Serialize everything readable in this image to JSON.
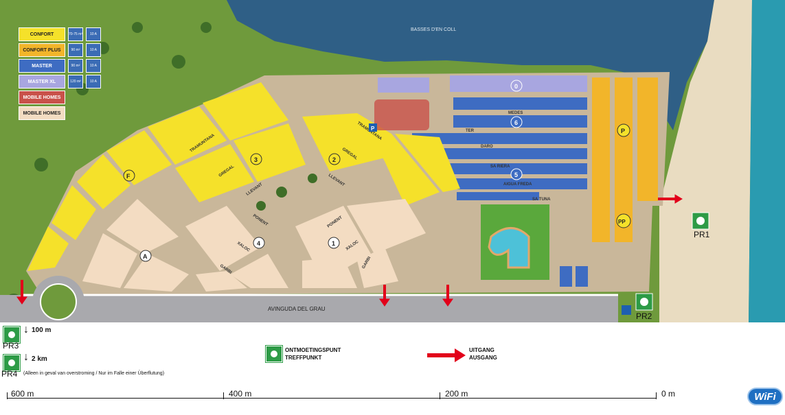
{
  "legend": [
    {
      "label": "CONFORT",
      "color": "#f5e12a",
      "specs": [
        "70-75 m²",
        "10 A"
      ]
    },
    {
      "label": "CONFORT PLUS",
      "color": "#f2b52a",
      "specs": [
        "90 m²",
        "10 A"
      ]
    },
    {
      "label": "MASTER",
      "color": "#3e6cc2",
      "specs": [
        "90 m²",
        "10 A"
      ]
    },
    {
      "label": "MASTER XL",
      "color": "#a8a6e0",
      "specs": [
        "120 m²",
        "10 A"
      ]
    },
    {
      "label": "MOBILE HOMES",
      "color": "#c9514a",
      "specs": []
    },
    {
      "label": "MOBILE HOMES",
      "color": "#f3dcc2",
      "specs": []
    }
  ],
  "map": {
    "sea_label": "BASSES D'EN COLL",
    "road_label": "AVINGUDA DEL GRAU",
    "streets": [
      "TRAMUNTANA",
      "GREGAL",
      "LLEVANT",
      "TRAMUNTANA",
      "GREGAL",
      "LLEVANT",
      "PONENT",
      "PONENT",
      "XALOC",
      "XALOC",
      "GARBI",
      "GARBI",
      "TER",
      "DARO",
      "SA RIERA",
      "AIGUA FREDA",
      "SA TUNA",
      "MEDES"
    ],
    "zones": [
      "A",
      "F",
      "1",
      "2",
      "3",
      "4",
      "5",
      "6",
      "0",
      "P",
      "PP",
      "P"
    ],
    "exit_points": [
      "PR1",
      "PR2"
    ]
  },
  "bottom": {
    "pr3": "PR3",
    "pr3_dist": "100 m",
    "pr4": "PR4",
    "pr4_dist": "2 km",
    "pr4_note": "(Alleen in geval van overstroming / Nur im Falle einer Überflutung)",
    "meeting_1": "ONTMOETINGSPUNT",
    "meeting_2": "TREFFPUNKT",
    "exit_1": "UITGANG",
    "exit_2": "AUSGANG",
    "scale": [
      "600 m",
      "400 m",
      "200 m",
      "0 m"
    ],
    "wifi": "WiFi"
  },
  "colors": {
    "exit_arrow": "#e2001a",
    "emergency_green": "#2d9b46"
  }
}
